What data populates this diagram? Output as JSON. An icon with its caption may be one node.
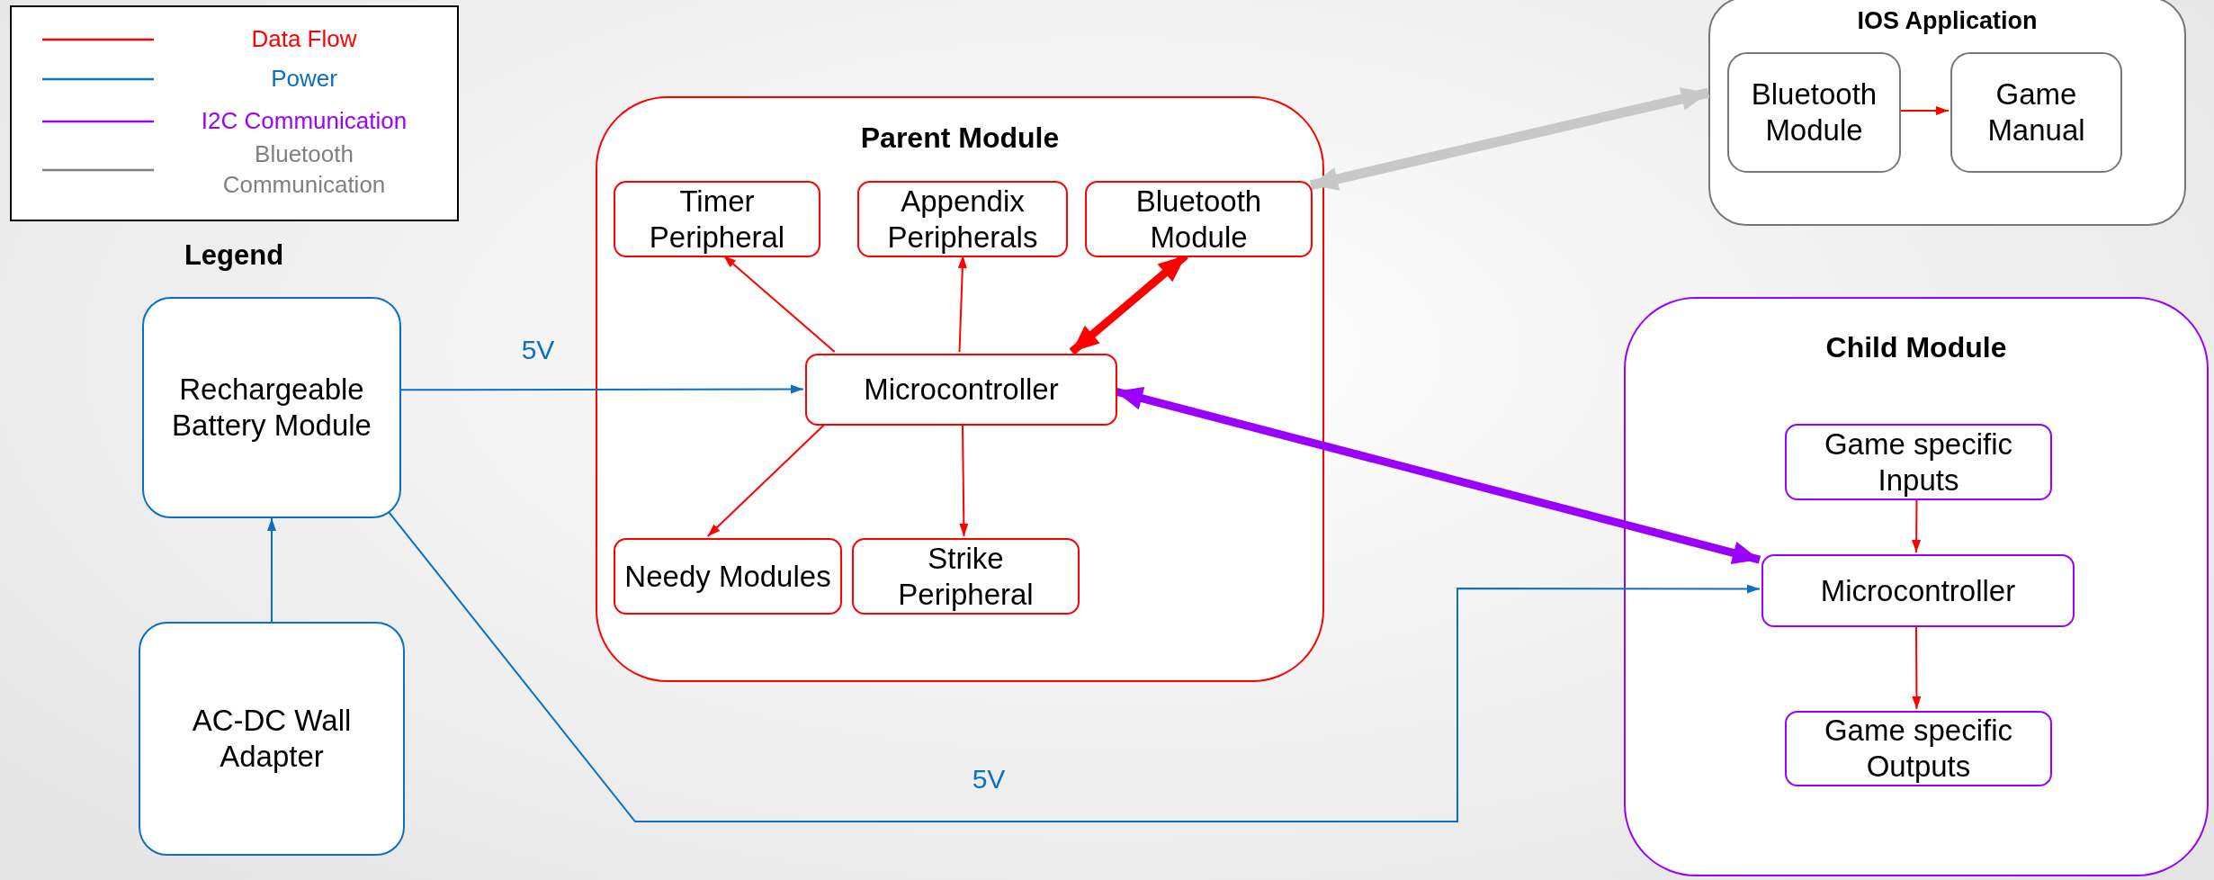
{
  "diagram": {
    "nodes": [
      {
        "text": [
          "Parent Module"
        ]
      },
      {
        "text": [
          "Timer Peripheral"
        ],
        "in": 0
      },
      {
        "text": [
          "Appendix Peripherals"
        ],
        "in": 0
      },
      {
        "text": [
          "Bluetooth Module"
        ],
        "in": 0
      },
      {
        "text": [
          "Microcontroller"
        ],
        "in": 0
      },
      {
        "text": [
          "Needy Modules"
        ],
        "in": 0
      },
      {
        "text": [
          "Strike Peripheral"
        ],
        "in": 0
      },
      {
        "text": [
          "IOS Application"
        ]
      },
      {
        "text": [
          "Bluetooth Module"
        ],
        "in": 7
      },
      {
        "text": [
          "Game Manual"
        ],
        "in": 7
      },
      {
        "text": [
          "Rechargeable Battery Module"
        ]
      },
      {
        "text": [
          "AC-DC Wall Adapter"
        ]
      },
      {
        "text": [
          "Child Module"
        ]
      },
      {
        "text": [
          "Game specific Inputs"
        ],
        "in": 12
      },
      {
        "text": [
          "Microcontroller"
        ],
        "in": 12
      },
      {
        "text": [
          "Game specific Outputs"
        ],
        "in": 12
      }
    ],
    "edges": [
      {
        "from": 4,
        "to": 1,
        "arrow": "to"
      },
      {
        "from": 4,
        "to": 2,
        "arrow": "to"
      },
      {
        "from": 4,
        "to": 3,
        "arrow": "both",
        "style": "thick"
      },
      {
        "from": 4,
        "to": 5,
        "arrow": "to"
      },
      {
        "from": 4,
        "to": 6,
        "arrow": "to"
      },
      {
        "from": 3,
        "to": 7,
        "arrow": "both",
        "style": "thick",
        "color": "#c8c8c8"
      },
      {
        "from": 8,
        "to": 9,
        "arrow": "to"
      },
      {
        "from": 10,
        "to": 4,
        "arrow": "to",
        "label": "5V",
        "color": "#0b6fc4"
      },
      {
        "from": 11,
        "to": 10,
        "arrow": "to",
        "color": "#0b6fc4"
      },
      {
        "from": 10,
        "to": 14,
        "arrow": "to",
        "label": "5V",
        "color": "#0b6fc4"
      },
      {
        "from": 4,
        "to": 14,
        "arrow": "both",
        "style": "thick",
        "color": "#9900ff"
      },
      {
        "from": 13,
        "to": 14,
        "arrow": "to"
      },
      {
        "from": 14,
        "to": 15,
        "arrow": "to"
      }
    ],
    "labels": [
      "Legend"
    ],
    "legend": [
      {
        "text": "Data Flow",
        "color": "#ff0000"
      },
      {
        "text": "Power",
        "color": "#0b6fc4"
      },
      {
        "text": "I2C Communication",
        "color": "#9900ff"
      },
      {
        "text": "Bluetooth Communication",
        "color": "#808080"
      }
    ]
  }
}
